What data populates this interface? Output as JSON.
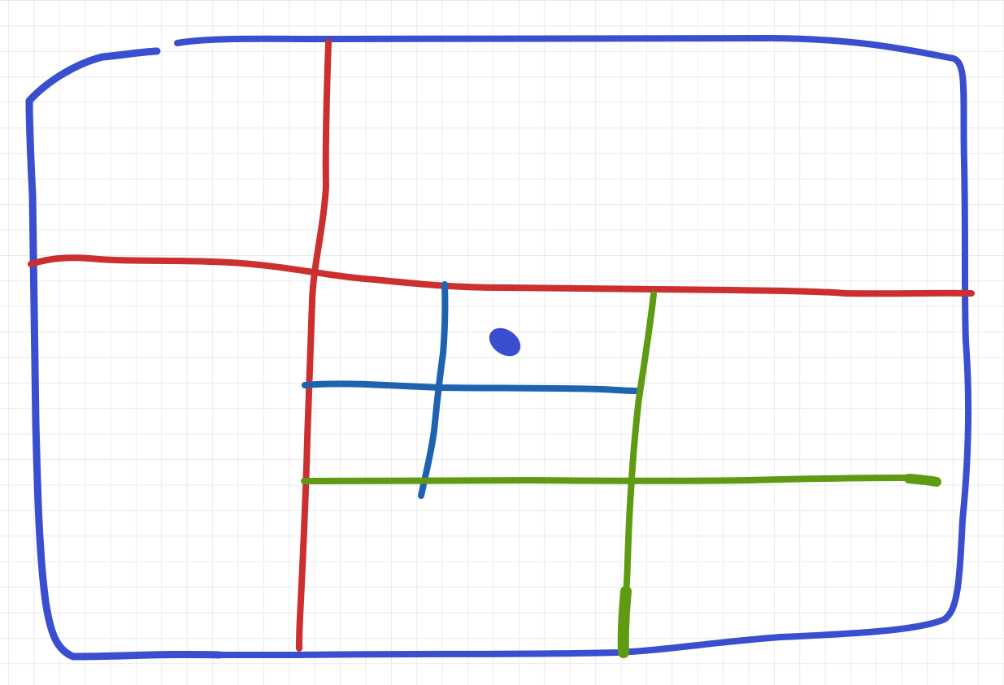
{
  "canvas": {
    "background": "#ffffff",
    "grid_color": "#e3e3e3",
    "grid": true
  },
  "colors": {
    "blue": "#3a4fcf",
    "red": "#cc2f2f",
    "steel_blue": "#1f63b0",
    "green": "#5e9a12"
  },
  "strokes": [
    {
      "name": "outer-rectangle",
      "color": "blue"
    },
    {
      "name": "red-vertical-line",
      "color": "red"
    },
    {
      "name": "red-horizontal-line",
      "color": "red"
    },
    {
      "name": "steel-blue-vertical-line",
      "color": "steel_blue"
    },
    {
      "name": "steel-blue-horizontal-line",
      "color": "steel_blue"
    },
    {
      "name": "green-vertical-line",
      "color": "green"
    },
    {
      "name": "green-horizontal-line",
      "color": "green"
    },
    {
      "name": "blue-dot",
      "color": "blue"
    }
  ]
}
